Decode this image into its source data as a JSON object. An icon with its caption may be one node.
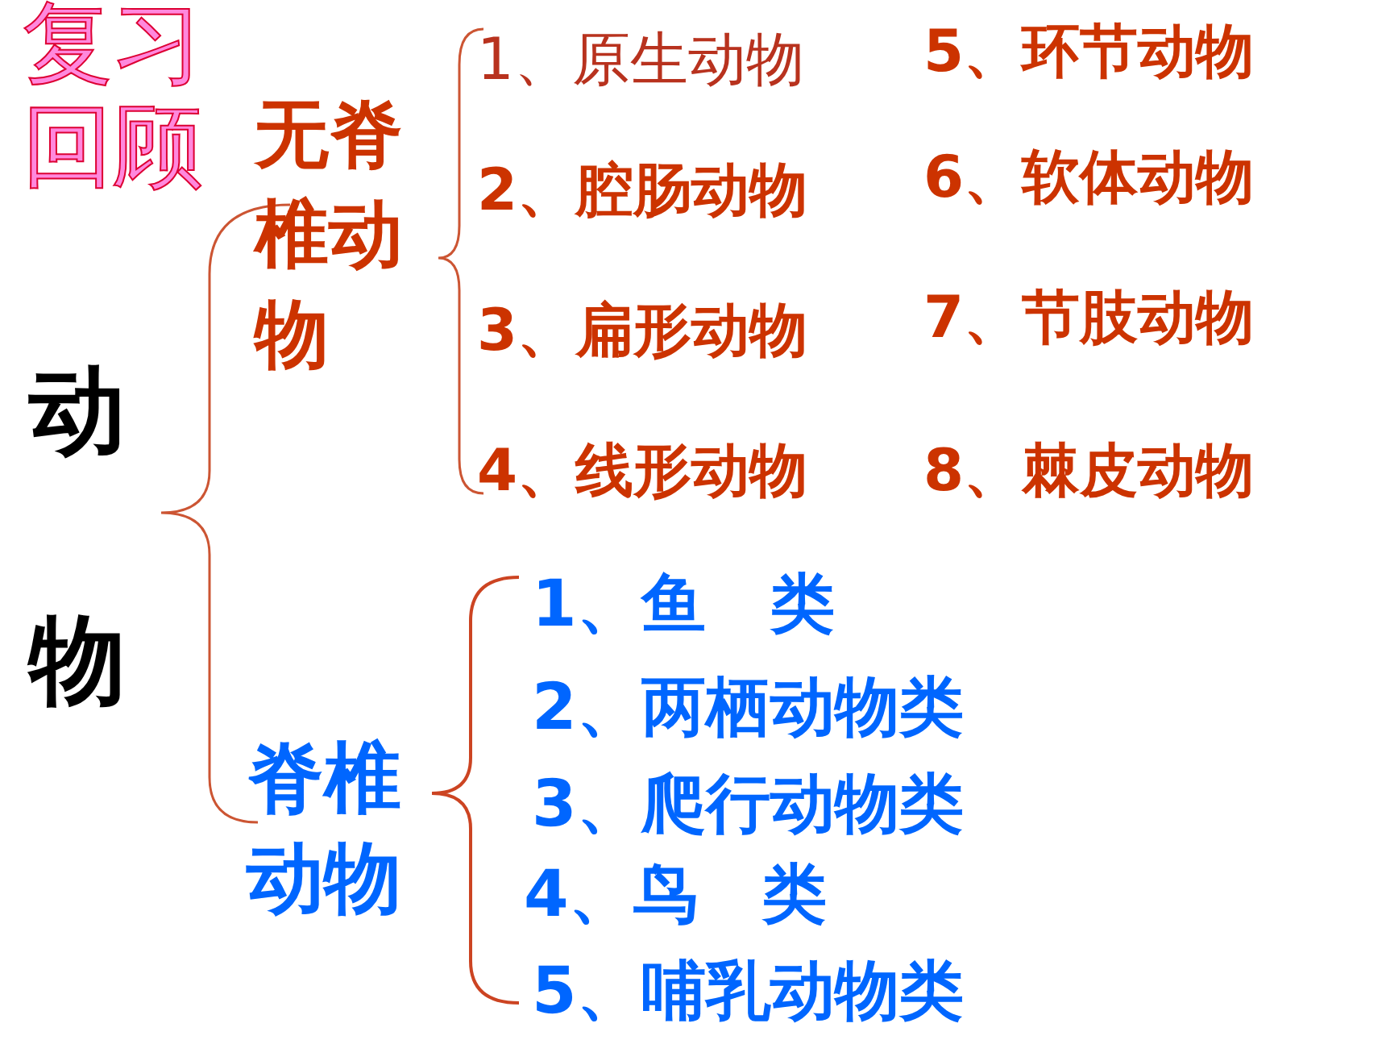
{
  "diagram": {
    "title": "复习回顾",
    "labels": [
      "动物",
      "无脊椎动物",
      "1、原生动物",
      "5、环节动物",
      "2、腔肠动物",
      "6、软体动物",
      "3、扁形动物",
      "7、节肢动物",
      "4、线形动物",
      "8、棘皮动物",
      "脊椎动物",
      "1、鱼　类",
      "2、两栖动物类",
      "3、爬行动物类",
      "4、鸟　类",
      "5、哺乳动物类"
    ]
  }
}
